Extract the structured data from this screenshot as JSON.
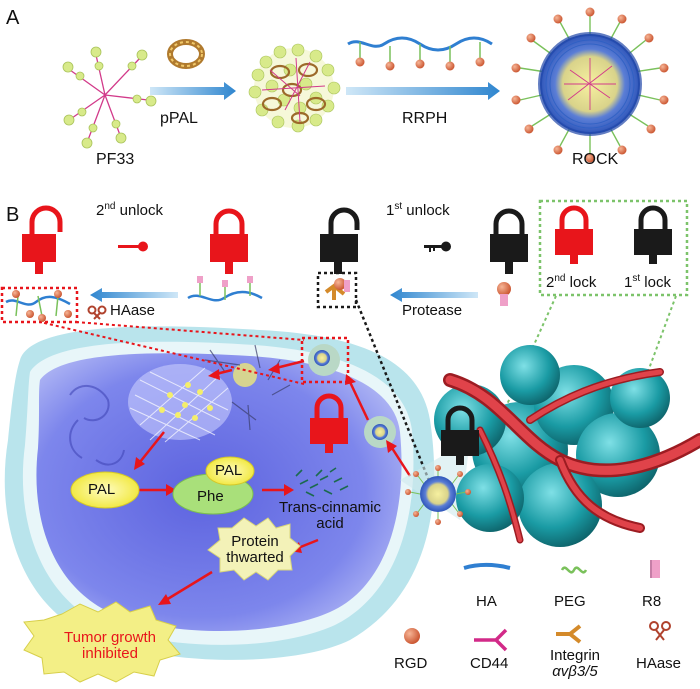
{
  "panel_a": {
    "label": "A",
    "pf33": "PF33",
    "ppal": "pPAL",
    "rrph": "RRPH",
    "rock": "ROCK"
  },
  "panel_b": {
    "label": "B",
    "unlock2_num": "2",
    "unlock2_sup": "nd",
    "unlock2_word": "unlock",
    "unlock1_num": "1",
    "unlock1_sup": "st",
    "unlock1_word": "unlock",
    "haase_arrow": "HAase",
    "protease_arrow": "Protease",
    "lock2_num": "2",
    "lock2_sup": "nd",
    "lock2_word": "lock",
    "lock1_num": "1",
    "lock1_sup": "st",
    "lock1_word": "lock",
    "pal": "PAL",
    "pal2": "PAL",
    "phe": "Phe",
    "trans1": "Trans-cinnamic",
    "trans2": "acid",
    "protein1": "Protein",
    "protein2": "thwarted",
    "tumor1": "Tumor growth",
    "tumor2": "inhibited"
  },
  "legend": {
    "ha": "HA",
    "peg": "PEG",
    "r8": "R8",
    "rgd": "RGD",
    "cd44": "CD44",
    "integrin1": "Integrin",
    "integrin2": "αvβ3/5",
    "haase": "HAase"
  },
  "colors": {
    "red_lock": "#e8151b",
    "black_lock": "#1a1a1a",
    "arrow_blue": "#3b8fd4",
    "cell_outer": "#9ad6e0",
    "cytoplasm": "#6f78e6",
    "tumor": "#1f9ea6",
    "vessel": "#c8272d",
    "nucleus_yellow": "#f1ec4e",
    "phe_green": "#9fdc6a",
    "dotted_red": "#e8151b",
    "dotted_green": "#7cc36a"
  }
}
